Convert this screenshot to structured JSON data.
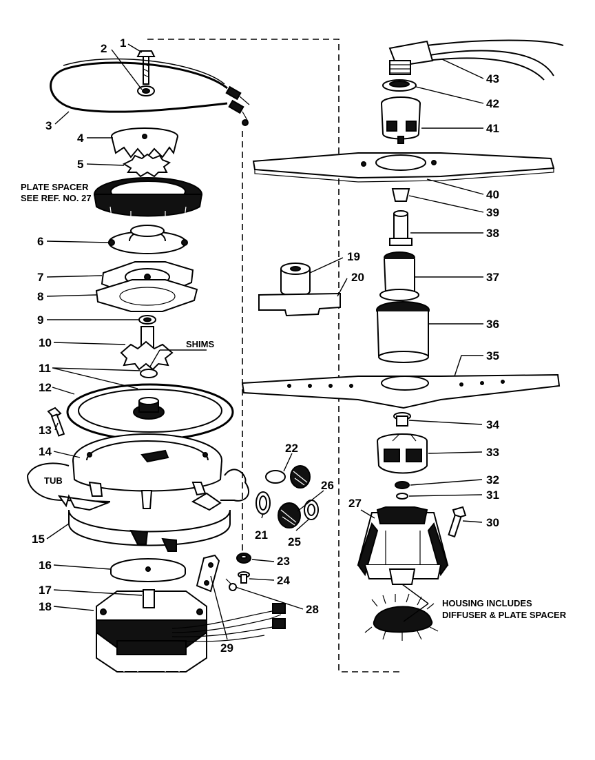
{
  "labels": {
    "p1": "1",
    "p2": "2",
    "p3": "3",
    "p4": "4",
    "p5": "5",
    "p6": "6",
    "p7": "7",
    "p8": "8",
    "p9": "9",
    "p10": "10",
    "p11": "11",
    "p12": "12",
    "p13": "13",
    "p14": "14",
    "p15": "15",
    "p16": "16",
    "p17": "17",
    "p18": "18",
    "p19": "19",
    "p20": "20",
    "p21": "21",
    "p22": "22",
    "p23": "23",
    "p24": "24",
    "p25": "25",
    "p26": "26",
    "p27": "27",
    "p28": "28",
    "p29": "29",
    "p30": "30",
    "p31": "31",
    "p32": "32",
    "p33": "33",
    "p34": "34",
    "p35": "35",
    "p36": "36",
    "p37": "37",
    "p38": "38",
    "p39": "39",
    "p40": "40",
    "p41": "41",
    "p42": "42",
    "p43": "43"
  },
  "notes": {
    "plate_spacer_1": "PLATE SPACER",
    "plate_spacer_2": "SEE REF. NO. 27",
    "shims": "SHIMS",
    "tub": "TUB",
    "housing_1": "HOUSING INCLUDES",
    "housing_2": "DIFFUSER & PLATE SPACER"
  }
}
